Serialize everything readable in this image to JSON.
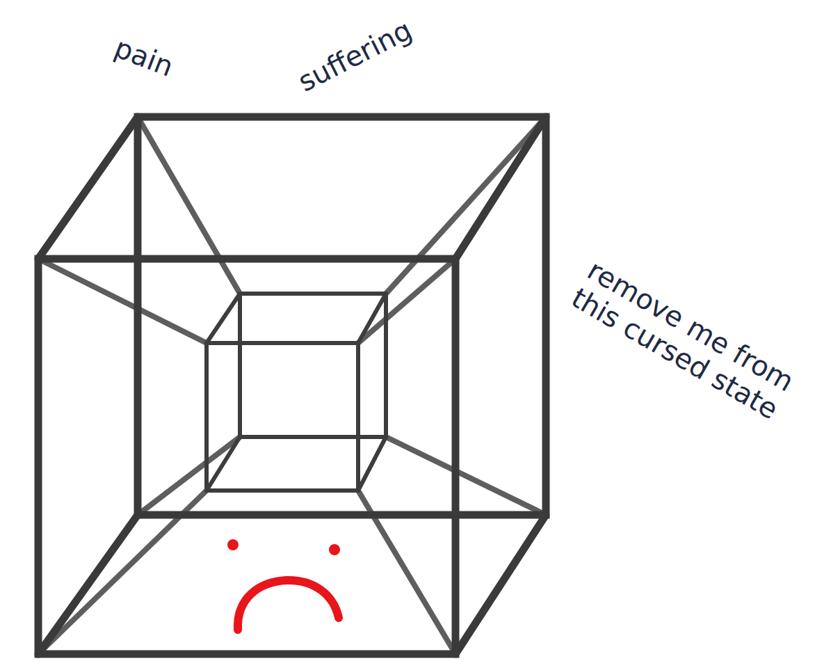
{
  "diagram": {
    "labels": [
      "pain",
      "suffering",
      "remove me from this cursed state"
    ]
  }
}
